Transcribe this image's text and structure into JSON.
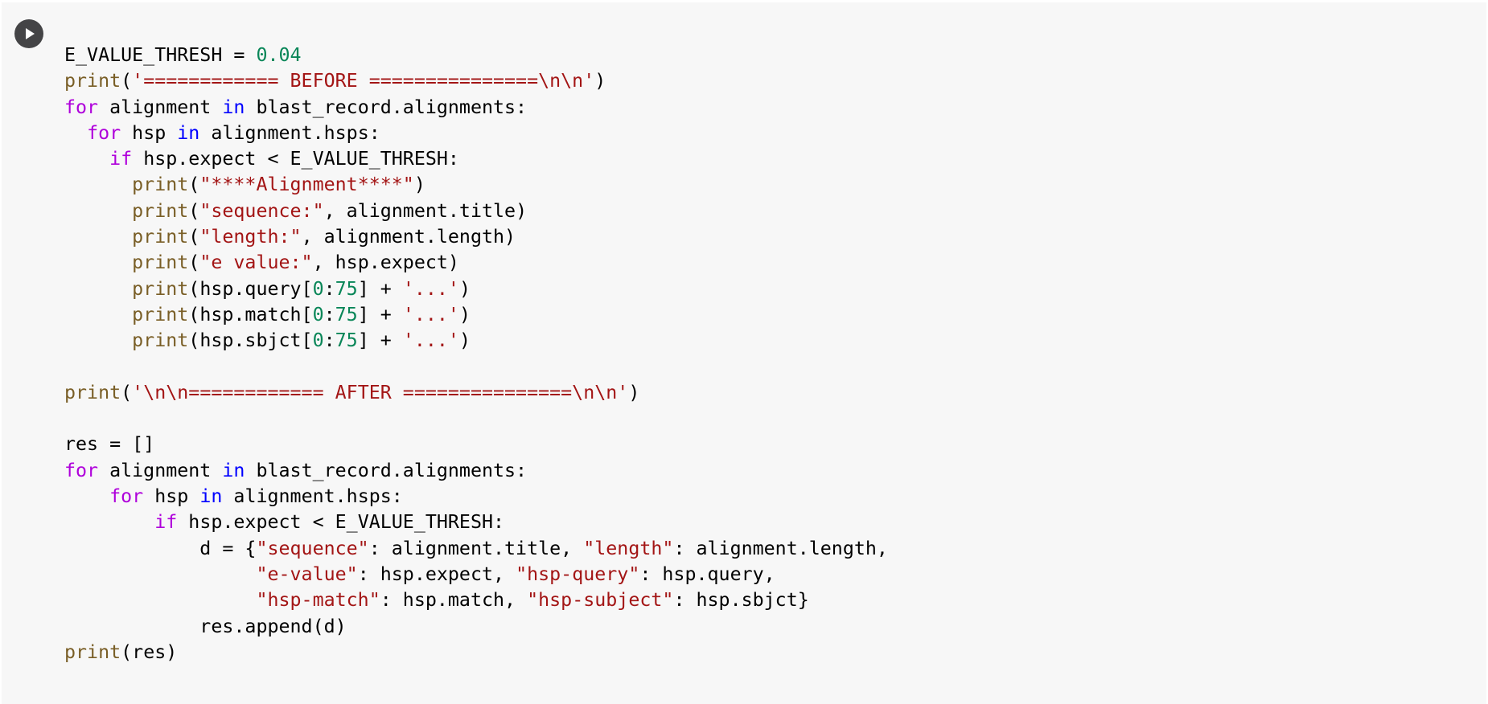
{
  "cell": {
    "run_button_icon": "play-icon",
    "lines": [
      [
        [
          "plain",
          "E_VALUE_THRESH = "
        ],
        [
          "num",
          "0.04"
        ]
      ],
      [
        [
          "fn",
          "print"
        ],
        [
          "plain",
          "("
        ],
        [
          "str",
          "'============ BEFORE ===============\\n\\n'"
        ],
        [
          "plain",
          ")"
        ]
      ],
      [
        [
          "kw",
          "for"
        ],
        [
          "plain",
          " alignment "
        ],
        [
          "in",
          "in"
        ],
        [
          "plain",
          " blast_record.alignments:"
        ]
      ],
      [
        [
          "plain",
          "  "
        ],
        [
          "kw",
          "for"
        ],
        [
          "plain",
          " hsp "
        ],
        [
          "in",
          "in"
        ],
        [
          "plain",
          " alignment.hsps:"
        ]
      ],
      [
        [
          "plain",
          "    "
        ],
        [
          "kw",
          "if"
        ],
        [
          "plain",
          " hsp.expect < E_VALUE_THRESH:"
        ]
      ],
      [
        [
          "plain",
          "      "
        ],
        [
          "fn",
          "print"
        ],
        [
          "plain",
          "("
        ],
        [
          "str",
          "\"****Alignment****\""
        ],
        [
          "plain",
          ")"
        ]
      ],
      [
        [
          "plain",
          "      "
        ],
        [
          "fn",
          "print"
        ],
        [
          "plain",
          "("
        ],
        [
          "str",
          "\"sequence:\""
        ],
        [
          "plain",
          ", alignment.title)"
        ]
      ],
      [
        [
          "plain",
          "      "
        ],
        [
          "fn",
          "print"
        ],
        [
          "plain",
          "("
        ],
        [
          "str",
          "\"length:\""
        ],
        [
          "plain",
          ", alignment.length)"
        ]
      ],
      [
        [
          "plain",
          "      "
        ],
        [
          "fn",
          "print"
        ],
        [
          "plain",
          "("
        ],
        [
          "str",
          "\"e value:\""
        ],
        [
          "plain",
          ", hsp.expect)"
        ]
      ],
      [
        [
          "plain",
          "      "
        ],
        [
          "fn",
          "print"
        ],
        [
          "plain",
          "(hsp.query["
        ],
        [
          "num",
          "0"
        ],
        [
          "plain",
          ":"
        ],
        [
          "num",
          "75"
        ],
        [
          "plain",
          "] + "
        ],
        [
          "str",
          "'...'"
        ],
        [
          "plain",
          ")"
        ]
      ],
      [
        [
          "plain",
          "      "
        ],
        [
          "fn",
          "print"
        ],
        [
          "plain",
          "(hsp.match["
        ],
        [
          "num",
          "0"
        ],
        [
          "plain",
          ":"
        ],
        [
          "num",
          "75"
        ],
        [
          "plain",
          "] + "
        ],
        [
          "str",
          "'...'"
        ],
        [
          "plain",
          ")"
        ]
      ],
      [
        [
          "plain",
          "      "
        ],
        [
          "fn",
          "print"
        ],
        [
          "plain",
          "(hsp.sbjct["
        ],
        [
          "num",
          "0"
        ],
        [
          "plain",
          ":"
        ],
        [
          "num",
          "75"
        ],
        [
          "plain",
          "] + "
        ],
        [
          "str",
          "'...'"
        ],
        [
          "plain",
          ")"
        ]
      ],
      [],
      [
        [
          "fn",
          "print"
        ],
        [
          "plain",
          "("
        ],
        [
          "str",
          "'\\n\\n============ AFTER ===============\\n\\n'"
        ],
        [
          "plain",
          ")"
        ]
      ],
      [],
      [
        [
          "plain",
          "res = []"
        ]
      ],
      [
        [
          "kw",
          "for"
        ],
        [
          "plain",
          " alignment "
        ],
        [
          "in",
          "in"
        ],
        [
          "plain",
          " blast_record.alignments:"
        ]
      ],
      [
        [
          "plain",
          "    "
        ],
        [
          "kw",
          "for"
        ],
        [
          "plain",
          " hsp "
        ],
        [
          "in",
          "in"
        ],
        [
          "plain",
          " alignment.hsps:"
        ]
      ],
      [
        [
          "plain",
          "        "
        ],
        [
          "kw",
          "if"
        ],
        [
          "plain",
          " hsp.expect < E_VALUE_THRESH:"
        ]
      ],
      [
        [
          "plain",
          "            d = {"
        ],
        [
          "str",
          "\"sequence\""
        ],
        [
          "plain",
          ": alignment.title, "
        ],
        [
          "str",
          "\"length\""
        ],
        [
          "plain",
          ": alignment.length,"
        ]
      ],
      [
        [
          "plain",
          "                 "
        ],
        [
          "str",
          "\"e-value\""
        ],
        [
          "plain",
          ": hsp.expect, "
        ],
        [
          "str",
          "\"hsp-query\""
        ],
        [
          "plain",
          ": hsp.query,"
        ]
      ],
      [
        [
          "plain",
          "                 "
        ],
        [
          "str",
          "\"hsp-match\""
        ],
        [
          "plain",
          ": hsp.match, "
        ],
        [
          "str",
          "\"hsp-subject\""
        ],
        [
          "plain",
          ": hsp.sbjct}"
        ]
      ],
      [
        [
          "plain",
          "            res.append(d)"
        ]
      ],
      [
        [
          "fn",
          "print"
        ],
        [
          "plain",
          "(res)"
        ]
      ]
    ]
  }
}
